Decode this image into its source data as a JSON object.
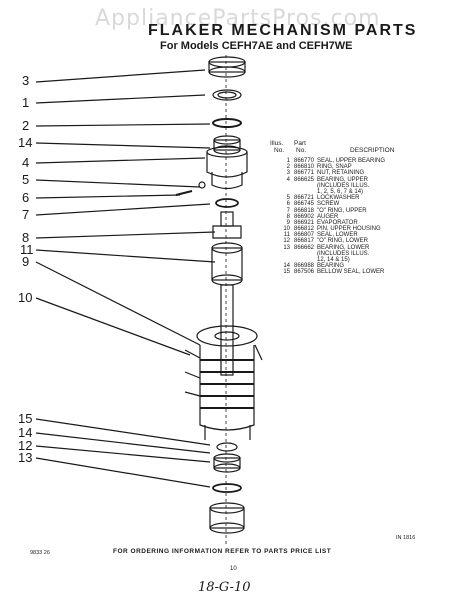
{
  "watermark": "AppliancePartsPros.com",
  "title": "FLAKER MECHANISM PARTS",
  "subtitle": "For Models CEFH7AE and CEFH7WE",
  "callouts_left": [
    "3",
    "1",
    "2",
    "14",
    "4",
    "5",
    "6",
    "7",
    "8",
    "11",
    "9",
    "10",
    "15",
    "14",
    "12",
    "13"
  ],
  "parts_list": {
    "header_illus": "Illus.",
    "header_part": "Part",
    "header_no": "No.",
    "header_no2": "No.",
    "header_desc": "DESCRIPTION",
    "rows": [
      {
        "n": "1",
        "pn": "866770",
        "d": "SEAL, UPPER BEARING"
      },
      {
        "n": "2",
        "pn": "866810",
        "d": "RING, SNAP"
      },
      {
        "n": "3",
        "pn": "866771",
        "d": "NUT, RETAINING"
      },
      {
        "n": "4",
        "pn": "866625",
        "d": "BEARING, UPPER"
      },
      {
        "n": "",
        "pn": "",
        "d": "(INCLUDES ILLUS."
      },
      {
        "n": "",
        "pn": "",
        "d": "1, 2, 5, 6, 7 & 14)"
      },
      {
        "n": "5",
        "pn": "866721",
        "d": "LOCKWASHER"
      },
      {
        "n": "6",
        "pn": "866745",
        "d": "SCREW"
      },
      {
        "n": "7",
        "pn": "866818",
        "d": "\"O\" RING, UPPER"
      },
      {
        "n": "8",
        "pn": "866902",
        "d": "AUGER"
      },
      {
        "n": "9",
        "pn": "866921",
        "d": "EVAPORATOR"
      },
      {
        "n": "10",
        "pn": "866812",
        "d": "PIN, UPPER HOUSING"
      },
      {
        "n": "11",
        "pn": "866807",
        "d": "SEAL, LOWER"
      },
      {
        "n": "12",
        "pn": "866817",
        "d": "\"O\" RING, LOWER"
      },
      {
        "n": "13",
        "pn": "866662",
        "d": "BEARING, LOWER"
      },
      {
        "n": "",
        "pn": "",
        "d": "(INCLUDES ILLUS."
      },
      {
        "n": "",
        "pn": "",
        "d": "12, 14 & 15)"
      },
      {
        "n": "14",
        "pn": "866988",
        "d": "BEARING"
      },
      {
        "n": "15",
        "pn": "867506",
        "d": "BELLOW SEAL, LOWER"
      }
    ]
  },
  "code_right": "IN 1816",
  "code_left": "9833 26",
  "footer": "FOR ORDERING INFORMATION REFER TO PARTS PRICE LIST",
  "page_number": "10",
  "handwritten_note": "18-G-10"
}
